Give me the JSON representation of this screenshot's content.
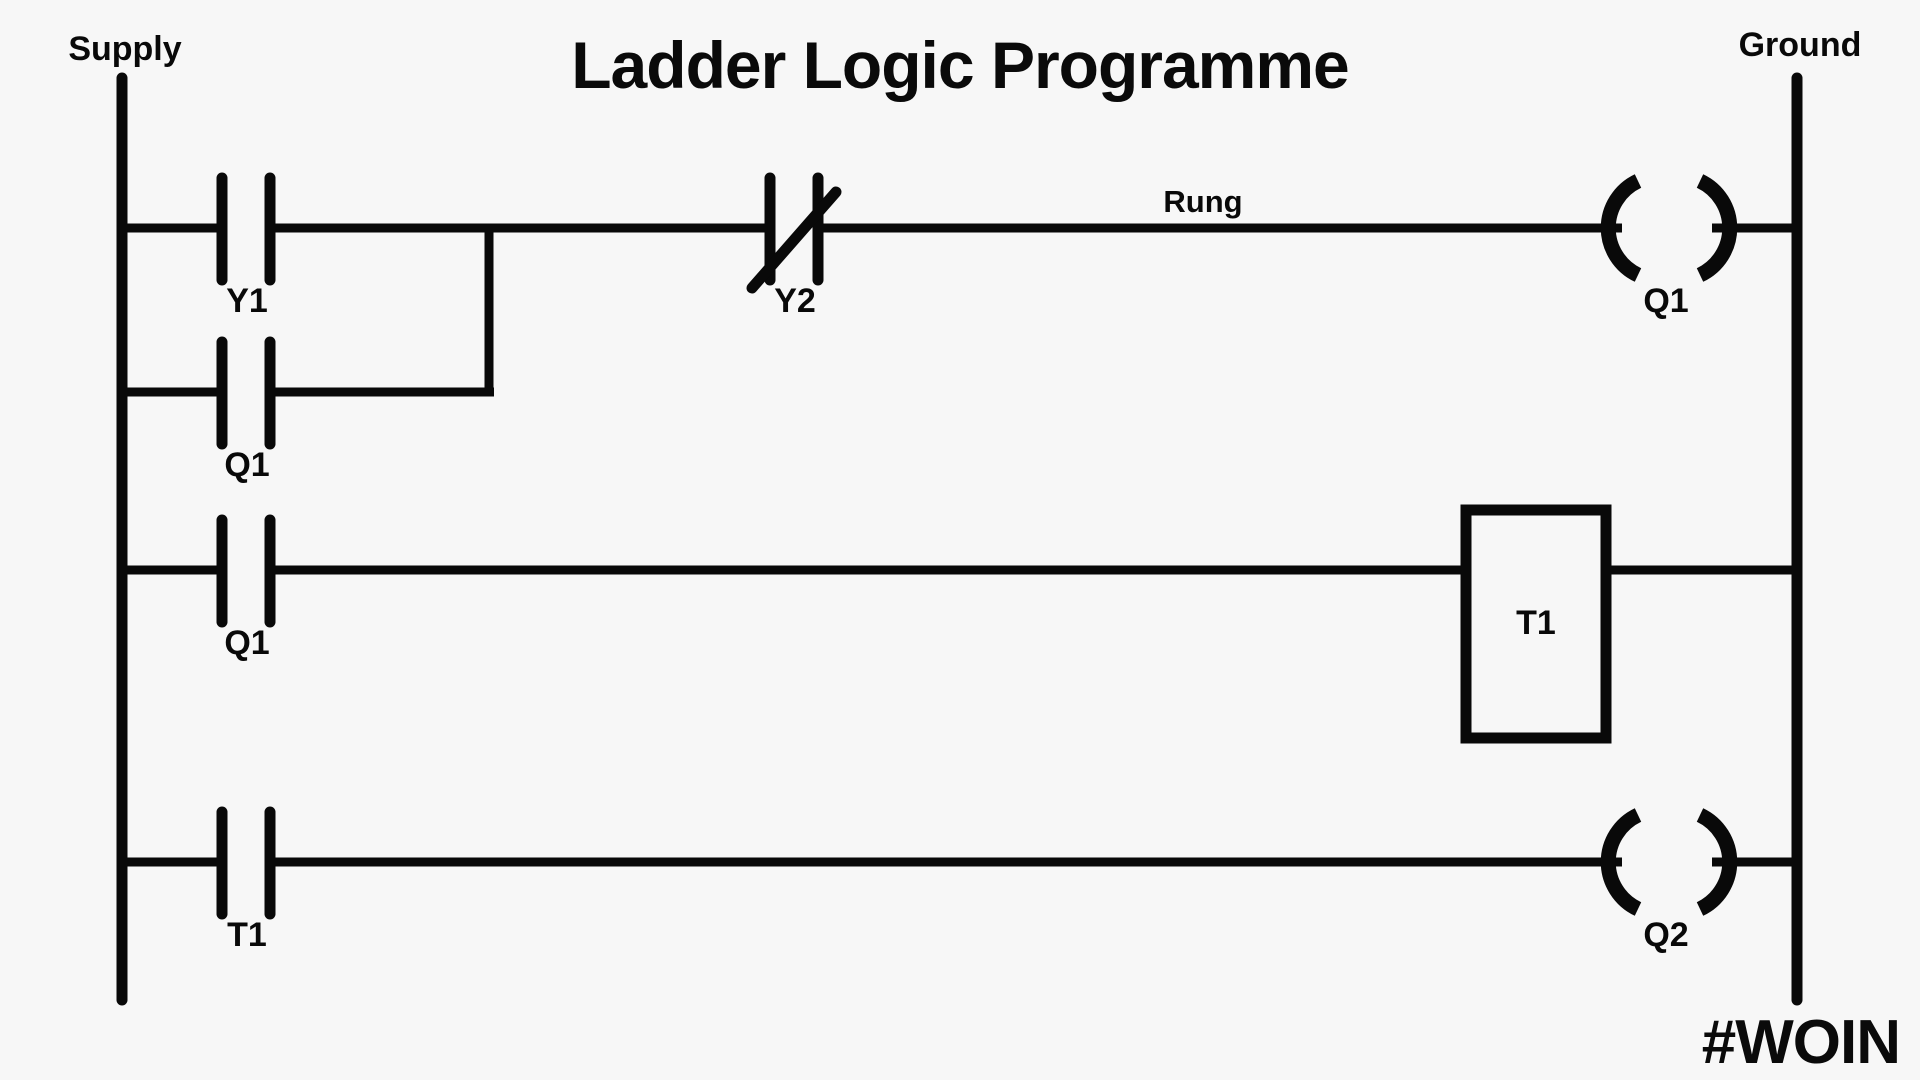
{
  "diagram": {
    "title": "Ladder Logic Programme",
    "watermark": "#WOIN",
    "background_color": "#f7f7f7",
    "line_color": "#090909",
    "rails": {
      "left_label": "Supply",
      "right_label": "Ground"
    },
    "annotations": {
      "rung_label": "Rung"
    },
    "rungs": [
      {
        "index": 1,
        "elements": [
          {
            "kind": "contact-no",
            "label": "Y1",
            "branch": "main"
          },
          {
            "kind": "contact-no",
            "label": "Q1",
            "branch": "parallel"
          },
          {
            "kind": "contact-nc",
            "label": "Y2",
            "branch": "main"
          },
          {
            "kind": "coil",
            "label": "Q1",
            "branch": "main"
          }
        ]
      },
      {
        "index": 2,
        "elements": [
          {
            "kind": "contact-no",
            "label": "Q1",
            "branch": "main"
          },
          {
            "kind": "block",
            "label": "T1",
            "branch": "main"
          }
        ]
      },
      {
        "index": 3,
        "elements": [
          {
            "kind": "contact-no",
            "label": "T1",
            "branch": "main"
          },
          {
            "kind": "coil",
            "label": "Q2",
            "branch": "main"
          }
        ]
      }
    ],
    "labels": {
      "supply": "Supply",
      "ground": "Ground",
      "rung": "Rung",
      "y1": "Y1",
      "q1_branch": "Q1",
      "y2": "Y2",
      "q1_coil": "Q1",
      "q1_contact_r2": "Q1",
      "t1_block": "T1",
      "t1_contact_r3": "T1",
      "q2_coil": "Q2"
    }
  }
}
